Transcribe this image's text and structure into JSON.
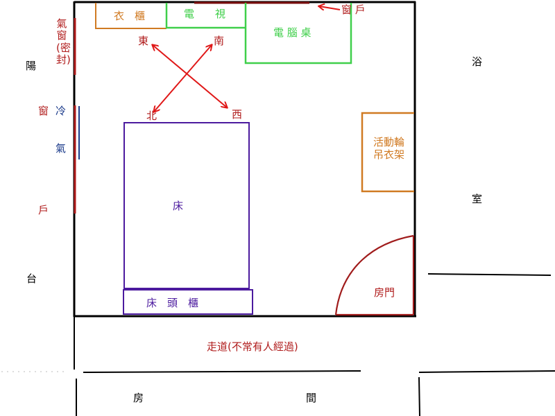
{
  "diagram": {
    "type": "floor-plan",
    "colors": {
      "walls": "#000000",
      "window": "#b01c1c",
      "wardrobe": "#d07a22",
      "tv": "#3fcf4a",
      "desk": "#3fcf4a",
      "bed": "#4b1a9e",
      "aircon": "#1a3a8a",
      "compass": "#e01818",
      "door": "#a01c1c"
    }
  },
  "outside": {
    "balcony": [
      "陽",
      "台"
    ],
    "bathroom": [
      "浴",
      "室"
    ],
    "room_below": [
      "房",
      "間"
    ],
    "corridor": "走道(不常有人經過)"
  },
  "left_wall": {
    "vent_window_label": "氣窗(密封)",
    "window_label": [
      "窗",
      "戶"
    ],
    "aircon_label": [
      "冷",
      "氣"
    ]
  },
  "furniture": {
    "wardrobe": "衣　櫃",
    "tv": "電　　視",
    "desk": "電 腦 桌",
    "top_window": "窗 戶",
    "rolling_rack": [
      "活動輪",
      "吊衣架"
    ],
    "bed": "床",
    "nightstand": "床　頭　櫃",
    "door": "房門"
  },
  "compass": {
    "east": "東",
    "south": "南",
    "north": "北",
    "west": "西"
  }
}
